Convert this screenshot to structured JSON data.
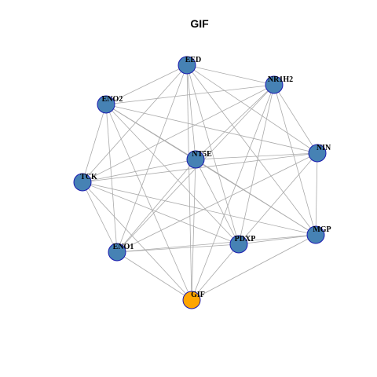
{
  "title": "GIF",
  "colors": {
    "node_default": "#4682b4",
    "node_highlight": "#ffa500",
    "node_border": "#1a1ab0",
    "edge": "#aaaaaa"
  },
  "nodes": [
    {
      "id": "EED",
      "label": "EED",
      "highlight": false
    },
    {
      "id": "NR1H2",
      "label": "NR1H2",
      "highlight": false
    },
    {
      "id": "ENO2",
      "label": "ENO2",
      "highlight": false
    },
    {
      "id": "NIN",
      "label": "NIN",
      "highlight": false
    },
    {
      "id": "NT5E",
      "label": "NT5E",
      "highlight": false
    },
    {
      "id": "TCK",
      "label": "TCK",
      "highlight": false
    },
    {
      "id": "MGP",
      "label": "MGP",
      "highlight": false
    },
    {
      "id": "PDXP",
      "label": "PDXP",
      "highlight": false
    },
    {
      "id": "ENO1",
      "label": "ENO1",
      "highlight": false
    },
    {
      "id": "GIF",
      "label": "GIF",
      "highlight": true
    }
  ],
  "edges": [
    [
      "EED",
      "ENO2"
    ],
    [
      "EED",
      "NR1H2"
    ],
    [
      "EED",
      "NT5E"
    ],
    [
      "EED",
      "TCK"
    ],
    [
      "EED",
      "ENO1"
    ],
    [
      "EED",
      "GIF"
    ],
    [
      "EED",
      "PDXP"
    ],
    [
      "EED",
      "MGP"
    ],
    [
      "EED",
      "NIN"
    ],
    [
      "NR1H2",
      "ENO2"
    ],
    [
      "NR1H2",
      "NT5E"
    ],
    [
      "NR1H2",
      "TCK"
    ],
    [
      "NR1H2",
      "NIN"
    ],
    [
      "NR1H2",
      "MGP"
    ],
    [
      "NR1H2",
      "PDXP"
    ],
    [
      "NR1H2",
      "GIF"
    ],
    [
      "NR1H2",
      "ENO1"
    ],
    [
      "ENO2",
      "NT5E"
    ],
    [
      "ENO2",
      "TCK"
    ],
    [
      "ENO2",
      "ENO1"
    ],
    [
      "ENO2",
      "GIF"
    ],
    [
      "ENO2",
      "PDXP"
    ],
    [
      "ENO2",
      "MGP"
    ],
    [
      "ENO2",
      "NIN"
    ],
    [
      "NIN",
      "NT5E"
    ],
    [
      "NIN",
      "TCK"
    ],
    [
      "NIN",
      "MGP"
    ],
    [
      "NIN",
      "PDXP"
    ],
    [
      "NIN",
      "ENO1"
    ],
    [
      "NT5E",
      "TCK"
    ],
    [
      "NT5E",
      "ENO1"
    ],
    [
      "NT5E",
      "GIF"
    ],
    [
      "NT5E",
      "PDXP"
    ],
    [
      "NT5E",
      "MGP"
    ],
    [
      "TCK",
      "ENO1"
    ],
    [
      "TCK",
      "GIF"
    ],
    [
      "TCK",
      "PDXP"
    ],
    [
      "TCK",
      "MGP"
    ],
    [
      "MGP",
      "PDXP"
    ],
    [
      "MGP",
      "GIF"
    ],
    [
      "MGP",
      "ENO1"
    ],
    [
      "PDXP",
      "GIF"
    ],
    [
      "PDXP",
      "ENO1"
    ],
    [
      "ENO1",
      "GIF"
    ]
  ]
}
